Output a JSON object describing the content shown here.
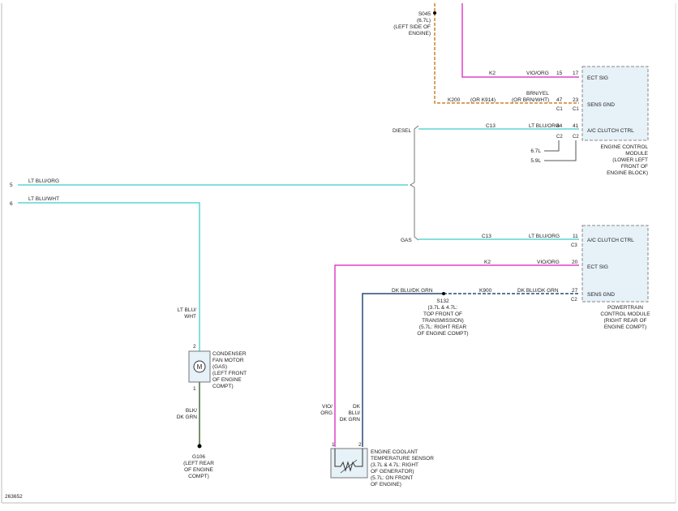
{
  "diagram_id": "263652",
  "splices": {
    "s045": [
      "S045",
      "(6.7L)",
      "(LEFT SIDE OF",
      "ENGINE)"
    ],
    "s132": [
      "S132",
      "(3.7L & 4.7L:",
      "TOP FRONT OF",
      "TRANSMISSION)",
      "(5.7L: RIGHT REAR",
      "OF ENGINE COMPT)"
    ]
  },
  "ecm": {
    "pins": [
      "ECT SIG",
      "SENS GND",
      "A/C CLUTCH CTRL"
    ],
    "label": [
      "ENGINE CONTROL",
      "MODULE",
      "(LOWER LEFT",
      "FRONT OF",
      "ENGINE BLOCK)"
    ],
    "pin_numbers": [
      "17",
      "23",
      "41"
    ],
    "connectors": [
      "C1",
      "C1",
      "C2"
    ],
    "engine_options": [
      "6.7L",
      "5.9L"
    ],
    "option_connector": "C2"
  },
  "pcm": {
    "pins": [
      "A/C CLUTCH CTRL",
      "ECT SIG",
      "SENS GND"
    ],
    "label": [
      "POWERTRAIN",
      "CONTROL MODULE",
      "(RIGHT REAR OF",
      "ENGINE COMPT)"
    ],
    "pin_numbers": [
      "11",
      "20",
      "27"
    ],
    "connectors": [
      "C3",
      "C2"
    ]
  },
  "wires": {
    "k2_top": {
      "circuit": "K2",
      "color": "VIO/ORG",
      "pin": "15"
    },
    "k200": {
      "circuit": "K200",
      "alt": "(OR K914)",
      "color1": "BRN/YEL",
      "color2": "(OR BRN/WHT)",
      "pin": "47"
    },
    "c13_top": {
      "circuit": "C13",
      "color": "LT BLU/ORG",
      "pin": "44"
    },
    "diesel_label": "DIESEL",
    "gas_label": "GAS",
    "c13_bottom": {
      "circuit": "C13",
      "color": "LT BLU/ORG"
    },
    "k2_bottom": {
      "circuit": "K2",
      "color": "VIO/ORG"
    },
    "k900": {
      "circuit": "K900",
      "color": "DK BLU/DK GRN",
      "color_left": "DK BLU/DK GRN"
    },
    "row5": {
      "num": "5",
      "color": "LT BLU/ORG"
    },
    "row6": {
      "num": "6",
      "color": "LT BLU/WHT"
    },
    "motor_feed": [
      "LT BLU/",
      "WHT"
    ],
    "motor_ground": [
      "BLK/",
      "DK GRN"
    ],
    "sensor_left": [
      "VIO/",
      "ORG"
    ],
    "sensor_right": [
      "DK",
      "BLU/",
      "DK GRN"
    ]
  },
  "condenser_motor": {
    "symbol": "M",
    "pin_top": "2",
    "pin_bottom": "1",
    "label": [
      "CONDENSER",
      "FAN MOTOR",
      "(GAS)",
      "(LEFT FRONT",
      "OF ENGINE",
      "COMPT)"
    ]
  },
  "ground": {
    "label": [
      "G106",
      "(LEFT REAR",
      "OF ENGINE",
      "COMPT)"
    ]
  },
  "sensor": {
    "pins": [
      "1",
      "2"
    ],
    "label": [
      "ENGINE COOLANT",
      "TEMPERATURE SENSOR",
      "(3.7L & 4.7L: RIGHT",
      "OF GENERATOR)",
      "(5.7L: ON FRONT",
      "OF ENGINE)"
    ]
  },
  "colors": {
    "lt_blu": "#5fd3d6",
    "vio": "#e040c8",
    "brn": "#c8842a",
    "dk_blu": "#2a4a78",
    "dk_grn": "#4a6a3a",
    "gray": "#8a8a8a",
    "module_fill": "#e6f1f8",
    "module_border": "#888888"
  }
}
